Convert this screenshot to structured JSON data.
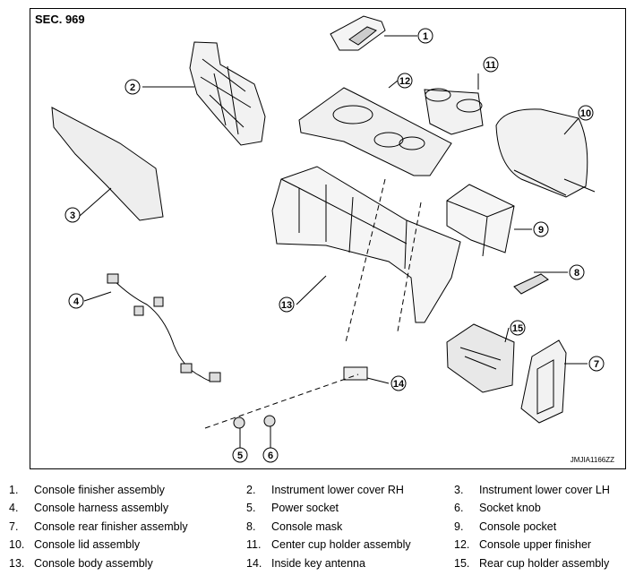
{
  "section_label": "SEC. 969",
  "figure_ref": "JMJIA1166ZZ",
  "callouts": [
    "1",
    "2",
    "3",
    "4",
    "5",
    "6",
    "7",
    "8",
    "9",
    "10",
    "11",
    "12",
    "13",
    "14",
    "15"
  ],
  "legend": [
    {
      "num": "1.",
      "label": "Console finisher assembly"
    },
    {
      "num": "2.",
      "label": "Instrument lower cover RH"
    },
    {
      "num": "3.",
      "label": "Instrument lower cover LH"
    },
    {
      "num": "4.",
      "label": "Console harness assembly"
    },
    {
      "num": "5.",
      "label": "Power socket"
    },
    {
      "num": "6.",
      "label": "Socket knob"
    },
    {
      "num": "7.",
      "label": "Console rear finisher assembly"
    },
    {
      "num": "8.",
      "label": "Console mask"
    },
    {
      "num": "9.",
      "label": "Console pocket"
    },
    {
      "num": "10.",
      "label": "Console lid assembly"
    },
    {
      "num": "11.",
      "label": "Center cup holder assembly"
    },
    {
      "num": "12.",
      "label": "Console upper finisher"
    },
    {
      "num": "13.",
      "label": "Console body assembly"
    },
    {
      "num": "14.",
      "label": "Inside key antenna"
    },
    {
      "num": "15.",
      "label": "Rear cup holder assembly"
    }
  ]
}
